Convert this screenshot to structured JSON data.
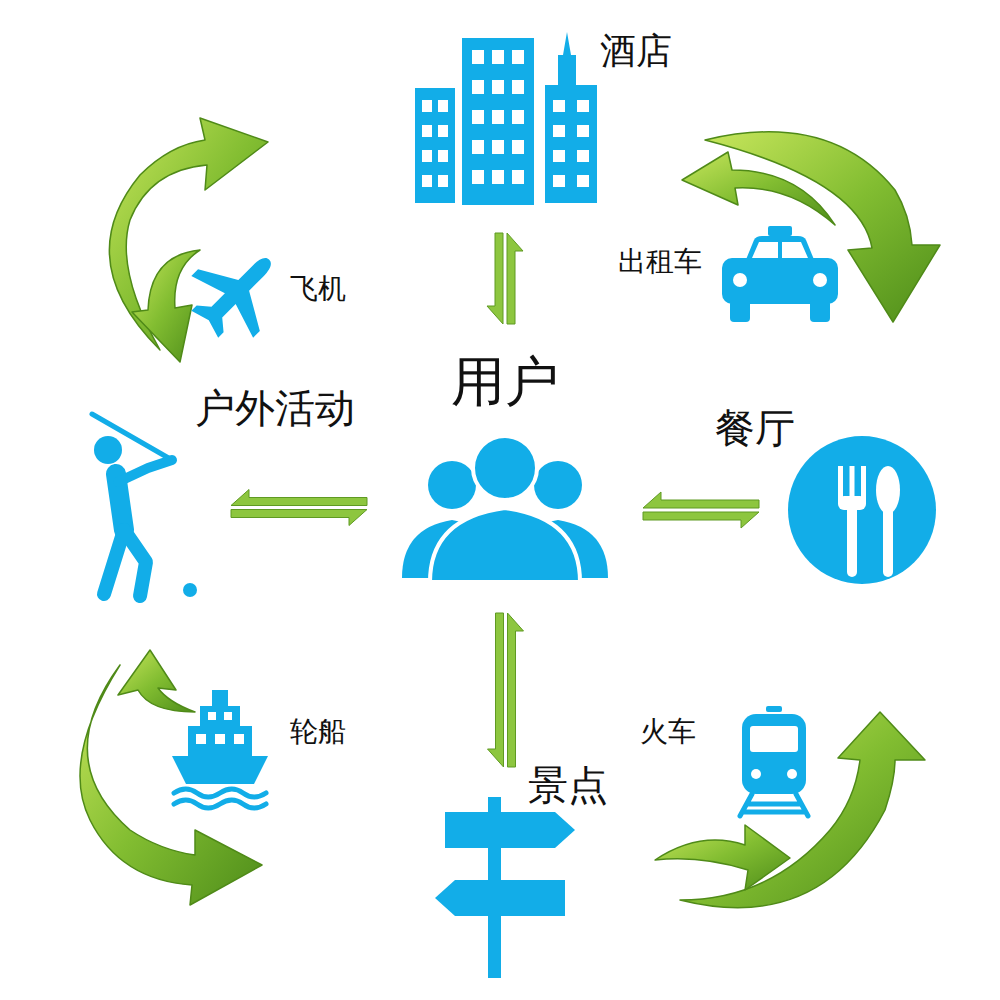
{
  "diagram": {
    "nodes": [
      {
        "text": [
          "酒店"
        ]
      },
      {
        "text": [
          "出租车"
        ]
      },
      {
        "text": [
          "飞机"
        ]
      },
      {
        "text": [
          "用户"
        ]
      },
      {
        "text": [
          "户外活动"
        ]
      },
      {
        "text": [
          "餐厅"
        ]
      },
      {
        "text": [
          "轮船"
        ]
      },
      {
        "text": [
          "火车"
        ]
      },
      {
        "text": [
          "景点"
        ]
      }
    ],
    "edges": [
      {
        "from": 3,
        "to": 0,
        "arrow": "both"
      },
      {
        "from": 3,
        "to": 4,
        "arrow": "both"
      },
      {
        "from": 3,
        "to": 5,
        "arrow": "both"
      },
      {
        "from": 3,
        "to": 8,
        "arrow": "both"
      }
    ]
  }
}
